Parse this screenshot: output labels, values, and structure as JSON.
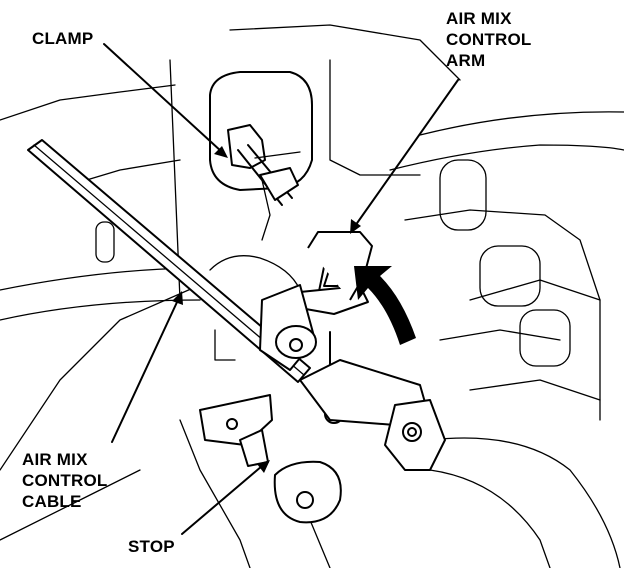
{
  "labels": {
    "clamp": "CLAMP",
    "arm_line1": "AIR MIX",
    "arm_line2": "CONTROL",
    "arm_line3": "ARM",
    "cable_line1": "AIR MIX",
    "cable_line2": "CONTROL",
    "cable_line3": "CABLE",
    "stop": "STOP"
  }
}
